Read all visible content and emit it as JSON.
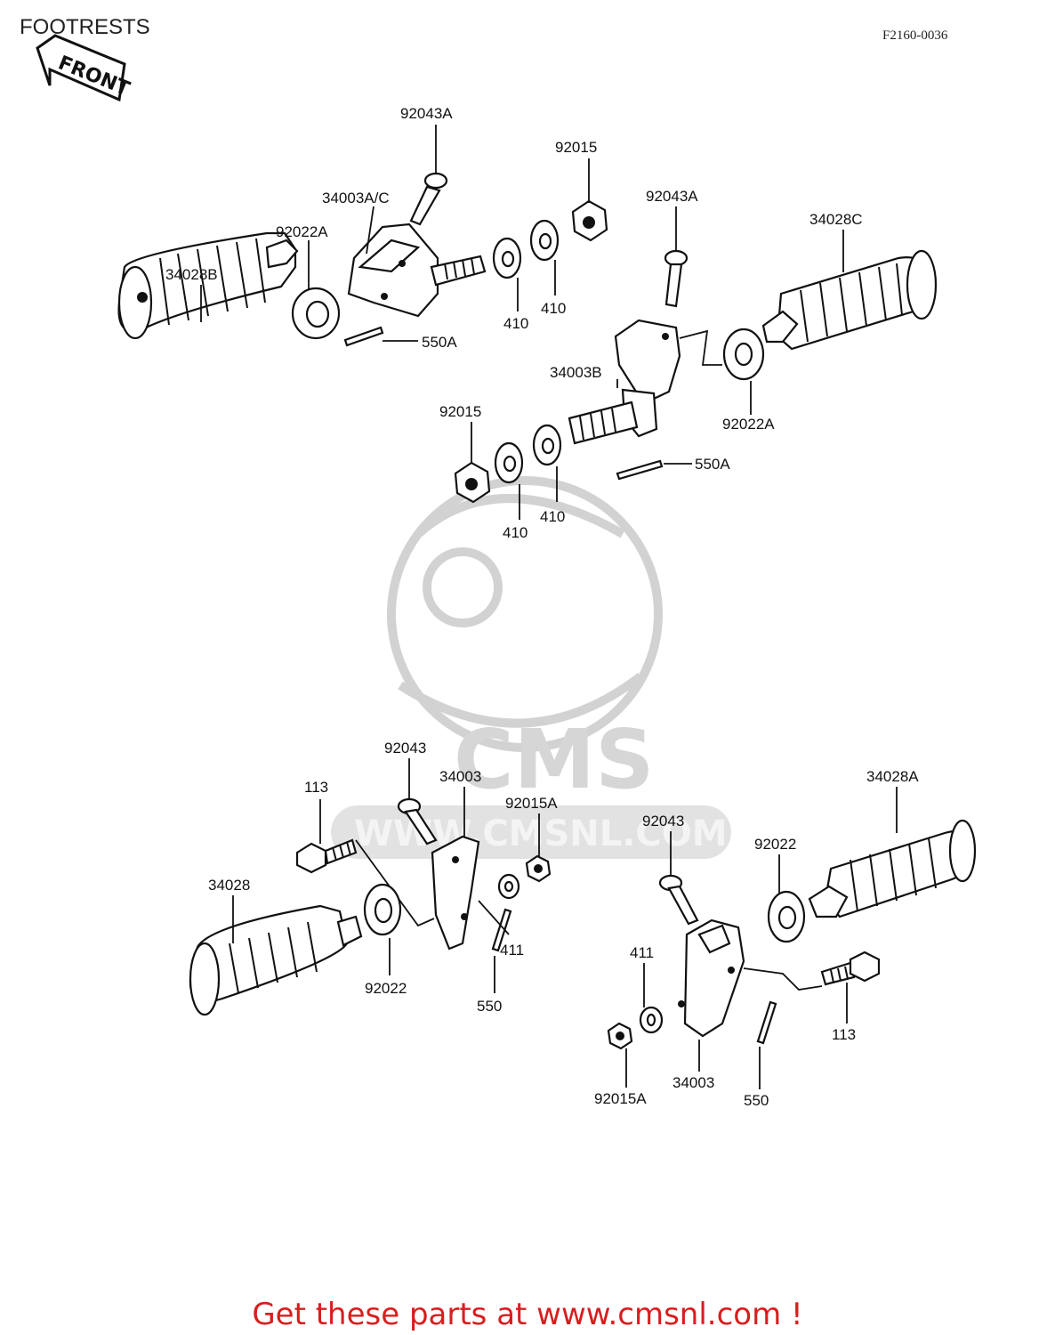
{
  "header": {
    "title": "FOOTRESTS",
    "figure_code": "F2160-0036",
    "front_label": "FRONT"
  },
  "watermark": {
    "brand": "CMS",
    "url": "WWW.CMSNL.COM"
  },
  "labels": {
    "a_92043A": "92043A",
    "a_92015": "92015",
    "a_34003AC": "34003A/C",
    "a_92022A": "92022A",
    "a_34028B": "34028B",
    "a_550A": "550A",
    "a_410_1": "410",
    "a_410_2": "410",
    "b_92043A": "92043A",
    "b_34028C": "34028C",
    "b_34003B": "34003B",
    "b_92022A": "92022A",
    "b_92015": "92015",
    "b_550A": "550A",
    "b_410_1": "410",
    "b_410_2": "410",
    "c_92043": "92043",
    "c_34003": "34003",
    "c_113": "113",
    "c_92015A": "92015A",
    "c_34028": "34028",
    "c_411": "411",
    "c_92022": "92022",
    "c_550": "550",
    "d_92043": "92043",
    "d_34028A": "34028A",
    "d_92022": "92022",
    "d_411": "411",
    "d_113": "113",
    "d_92015A": "92015A",
    "d_34003": "34003",
    "d_550": "550"
  },
  "footer": {
    "cta": "Get these parts at www.cmsnl.com !"
  }
}
